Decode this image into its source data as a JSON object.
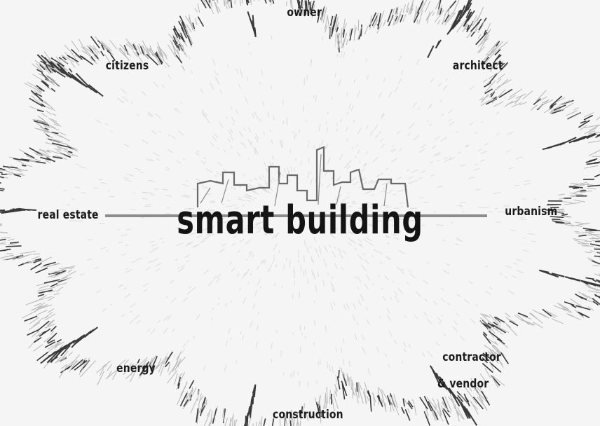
{
  "center": {
    "title": "smart building"
  },
  "stakeholders": {
    "owner": "owner",
    "architect": "architect",
    "urbanism": "urbanism",
    "contractor_line1": "contractor",
    "contractor_line2": "& vendor",
    "construction": "construction",
    "energy": "energy",
    "real_estate": "real estate",
    "citizens": "citizens"
  },
  "colors": {
    "background": "#f5f5f5",
    "text": "#1b1b1b",
    "strokes_dark": "#3a3a3a",
    "strokes_light": "#b8b8b8"
  }
}
